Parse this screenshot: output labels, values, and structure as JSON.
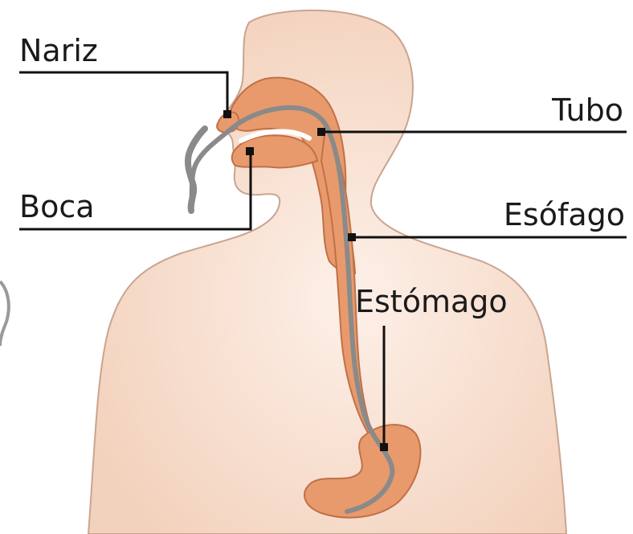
{
  "labels": {
    "nose": "Nariz",
    "mouth": "Boca",
    "tube": "Tubo",
    "esophagus": "Esófago",
    "stomach": "Estómago"
  },
  "colors": {
    "skin": "#f6d9c7",
    "skin_outline": "#b08b7a",
    "organ": "#e89a6c",
    "organ_outline": "#b8633a",
    "tube": "#8a8a8a",
    "line": "#111111"
  }
}
